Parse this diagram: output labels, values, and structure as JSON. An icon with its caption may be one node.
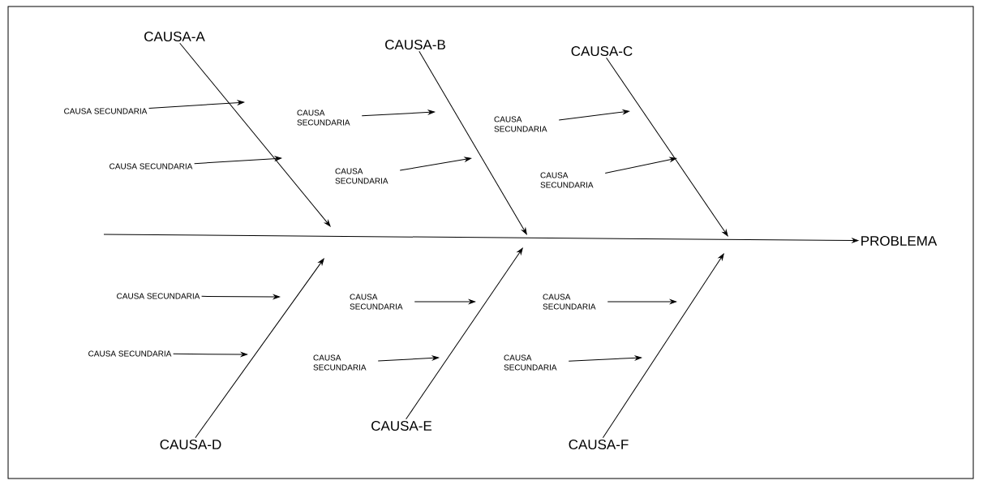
{
  "diagram": {
    "nodes": [
      {
        "text": [
          "CAUSA-A"
        ]
      },
      {
        "text": [
          "CAUSA-B"
        ]
      },
      {
        "text": [
          "CAUSA-C"
        ]
      },
      {
        "text": [
          "CAUSA-D"
        ]
      },
      {
        "text": [
          "CAUSA-E"
        ]
      },
      {
        "text": [
          "CAUSA-F"
        ]
      },
      {
        "text": [
          "PROBLEMA"
        ]
      },
      {
        "text": [
          "CAUSA SECUNDARIA"
        ]
      },
      {
        "text": [
          "CAUSA SECUNDARIA"
        ]
      },
      {
        "text": [
          "CAUSA SECUNDARIA"
        ]
      },
      {
        "text": [
          "CAUSA SECUNDARIA"
        ]
      },
      {
        "text": [
          "CAUSA SECUNDARIA"
        ]
      },
      {
        "text": [
          "CAUSA SECUNDARIA"
        ]
      },
      {
        "text": [
          "CAUSA SECUNDARIA"
        ]
      },
      {
        "text": [
          "CAUSA SECUNDARIA"
        ]
      },
      {
        "text": [
          "CAUSA SECUNDARIA"
        ]
      },
      {
        "text": [
          "CAUSA SECUNDARIA"
        ]
      },
      {
        "text": [
          "CAUSA SECUNDARIA"
        ]
      },
      {
        "text": [
          "CAUSA SECUNDARIA"
        ]
      }
    ],
    "edges": [
      {
        "from": null,
        "to": 6,
        "arrow": "to"
      },
      {
        "from": 0,
        "to": null,
        "arrow": "to"
      },
      {
        "from": 1,
        "to": null,
        "arrow": "to"
      },
      {
        "from": 2,
        "to": null,
        "arrow": "to"
      },
      {
        "from": 3,
        "to": null,
        "arrow": "to"
      },
      {
        "from": 4,
        "to": null,
        "arrow": "to"
      },
      {
        "from": 5,
        "to": null,
        "arrow": "to"
      },
      {
        "from": 7,
        "to": null,
        "arrow": "to"
      },
      {
        "from": 8,
        "to": null,
        "arrow": "to"
      },
      {
        "from": 9,
        "to": null,
        "arrow": "to"
      },
      {
        "from": 10,
        "to": null,
        "arrow": "to"
      },
      {
        "from": 11,
        "to": null,
        "arrow": "to"
      },
      {
        "from": 12,
        "to": null,
        "arrow": "to"
      },
      {
        "from": 13,
        "to": null,
        "arrow": "to"
      },
      {
        "from": 14,
        "to": null,
        "arrow": "to"
      },
      {
        "from": 15,
        "to": null,
        "arrow": "to"
      },
      {
        "from": 16,
        "to": null,
        "arrow": "to"
      },
      {
        "from": 17,
        "to": null,
        "arrow": "to"
      },
      {
        "from": 18,
        "to": null,
        "arrow": "to"
      }
    ]
  }
}
